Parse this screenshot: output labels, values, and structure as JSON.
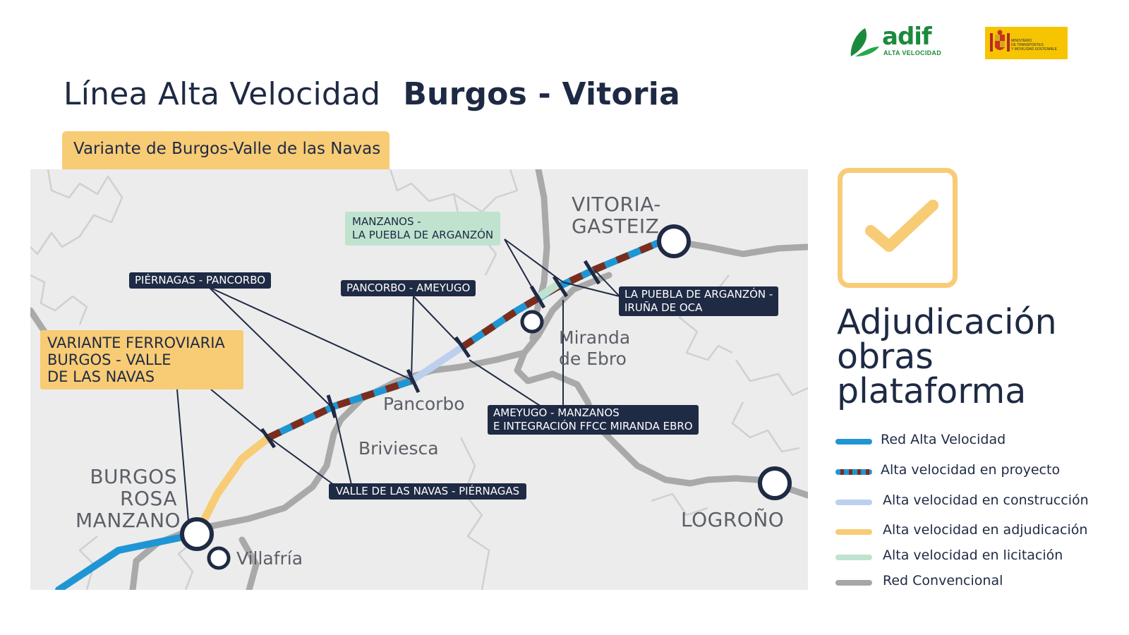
{
  "header": {
    "title_light": "Línea Alta Velocidad",
    "title_bold": "Burgos - Vitoria",
    "subtitle": "Variante de Burgos-Valle de las Navas"
  },
  "logos": {
    "adif_word": "adif",
    "adif_sub": "ALTA VELOCIDAD",
    "ministry_line1": "MINISTERIO",
    "ministry_line2": "DE TRANSPORTES",
    "ministry_line3": "Y MOVILIDAD SOSTENIBLE"
  },
  "map": {
    "places": {
      "vitoria_1": "VITORIA-",
      "vitoria_2": "GASTEIZ",
      "miranda_1": "Miranda",
      "miranda_2": "de Ebro",
      "pancorbo": "Pancorbo",
      "briviesca": "Briviesca",
      "burgos_1": "BURGOS",
      "burgos_2": "ROSA",
      "burgos_3": "MANZANO",
      "villafria": "Villafría",
      "logrono": "LOGROÑO"
    },
    "section_labels": {
      "manzanos_puebla_1": "MANZANOS -",
      "manzanos_puebla_2": "LA PUEBLA DE ARGANZÓN",
      "piernagas_pancorbo": "PIÉRNAGAS - PANCORBO",
      "pancorbo_ameyugo": "PANCORBO - AMEYUGO",
      "puebla_irunia_1": "LA PUEBLA DE ARGANZÓN -",
      "puebla_irunia_2": "IRUÑA DE OCA",
      "ameyugo_manzanos_1": "AMEYUGO - MANZANOS",
      "ameyugo_manzanos_2": "E INTEGRACIÓN FFCC MIRANDA EBRO",
      "valle_piernagas": "VALLE DE LAS NAVAS - PIÉRNAGAS",
      "variante_1": "VARIANTE FERROVIARIA",
      "variante_2": "BURGOS - VALLE",
      "variante_3": "DE LAS NAVAS"
    }
  },
  "status": {
    "icon": "checkmark-icon",
    "line1": "Adjudicación",
    "line2": "obras",
    "line3": "plataforma"
  },
  "legend": [
    {
      "label": "Red Alta Velocidad",
      "color": "#1f96d3",
      "style": "solid"
    },
    {
      "label": "Alta velocidad en proyecto",
      "color": "#1f96d3",
      "color2": "#7a2d1e",
      "style": "dashed"
    },
    {
      "label": "Alta velocidad en construcción",
      "color": "#bcd0ee",
      "style": "solid"
    },
    {
      "label": "Alta velocidad en adjudicación",
      "color": "#f8cb75",
      "style": "solid"
    },
    {
      "label": "Alta velocidad en licitación",
      "color": "#bfe3cf",
      "style": "solid"
    },
    {
      "label": "Red Convencional",
      "color": "#a6a6a6",
      "style": "solid"
    }
  ],
  "colors": {
    "navy": "#1f2a44",
    "high_speed_blue": "#1f96d3",
    "project_brown": "#7a2d1e",
    "construction": "#bcd0ee",
    "adjudication": "#f8cb75",
    "tender": "#bfe3cf",
    "conventional": "#a6a6a6",
    "adif_green": "#1c8a3c",
    "ministry_yellow": "#f6c400"
  }
}
